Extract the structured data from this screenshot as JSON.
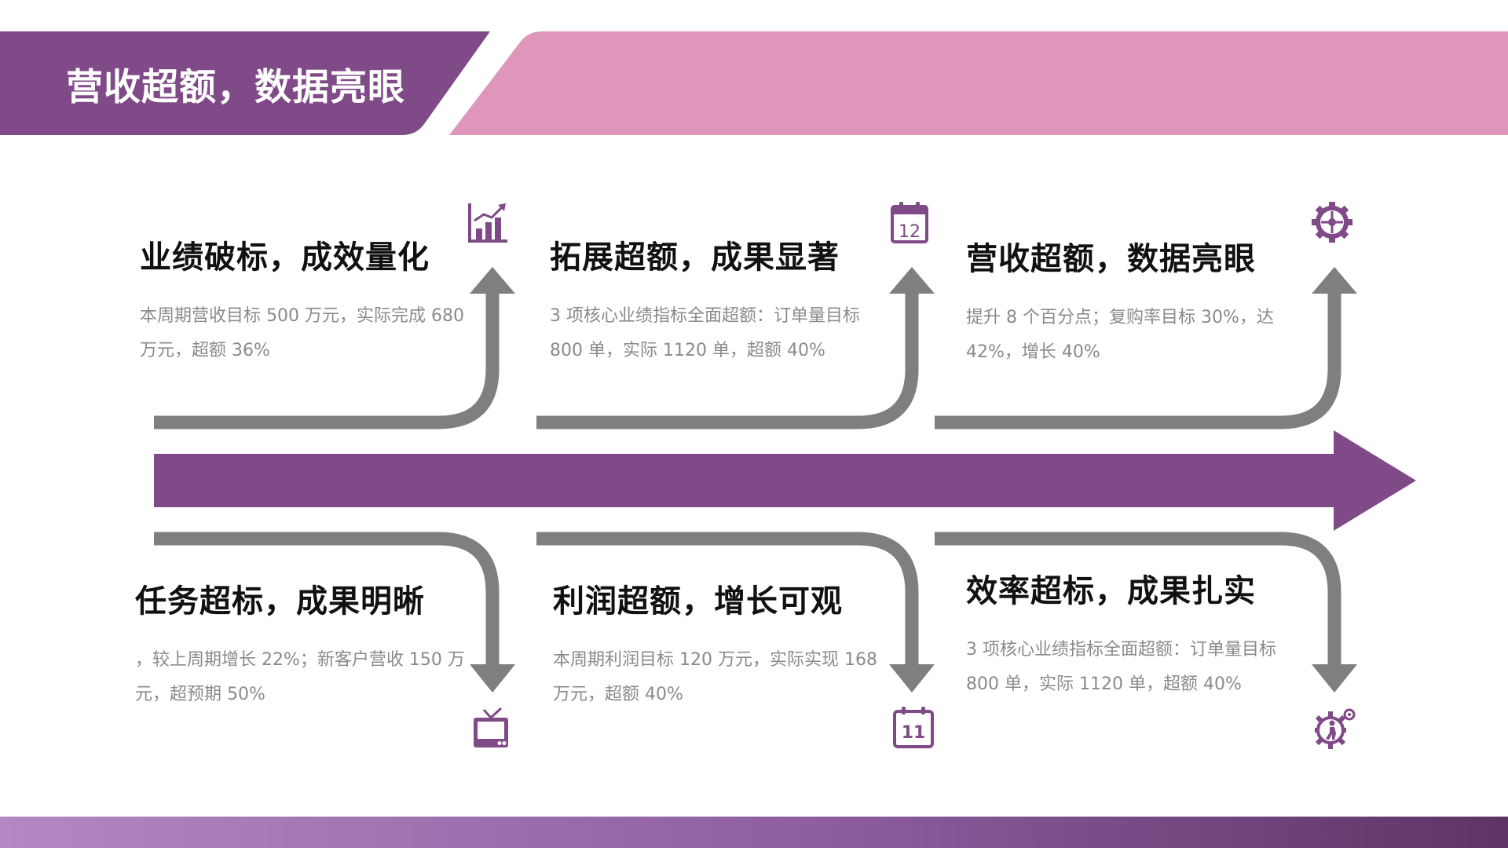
{
  "page_title": "营收超额，数据亮眼",
  "colors": {
    "primary_purple": "#7f4a87",
    "accent_pink": "#de96bb",
    "connector_gray": "#7f7f7f",
    "title_text": "#111111",
    "body_text": "#8a8a8a"
  },
  "items": [
    {
      "title": "业绩破标，成效量化",
      "text": "本周期营收目标 500 万元，实际完成 680 万元，超额 36%",
      "icon": "bar-chart-icon"
    },
    {
      "title": "拓展超额，成果显著",
      "text": "3 项核心业绩指标全面超额：订单量目标 800 单，实际 1120 单，超额 40%",
      "icon": "calendar-12-icon",
      "icon_text": "12"
    },
    {
      "title": "营收超额，数据亮眼",
      "text": "提升 8 个百分点；复购率目标 30%，达 42%，增长 40%",
      "icon": "gear-icon"
    },
    {
      "title": "任务超标，成果明晰",
      "text": "，较上周期增长 22%；新客户营收 150 万元，超预期 50%",
      "icon": "tv-icon"
    },
    {
      "title": "利润超额，增长可观",
      "text": "本周期利润目标 120 万元，实际实现 168 万元，超额 40%",
      "icon": "calendar-11-icon",
      "icon_text": "11"
    },
    {
      "title": "效率超标，成果扎实",
      "text": "3 项核心业绩指标全面超额：订单量目标 800 单，实际 1120 单，超额 40%",
      "icon": "person-gear-icon"
    }
  ]
}
